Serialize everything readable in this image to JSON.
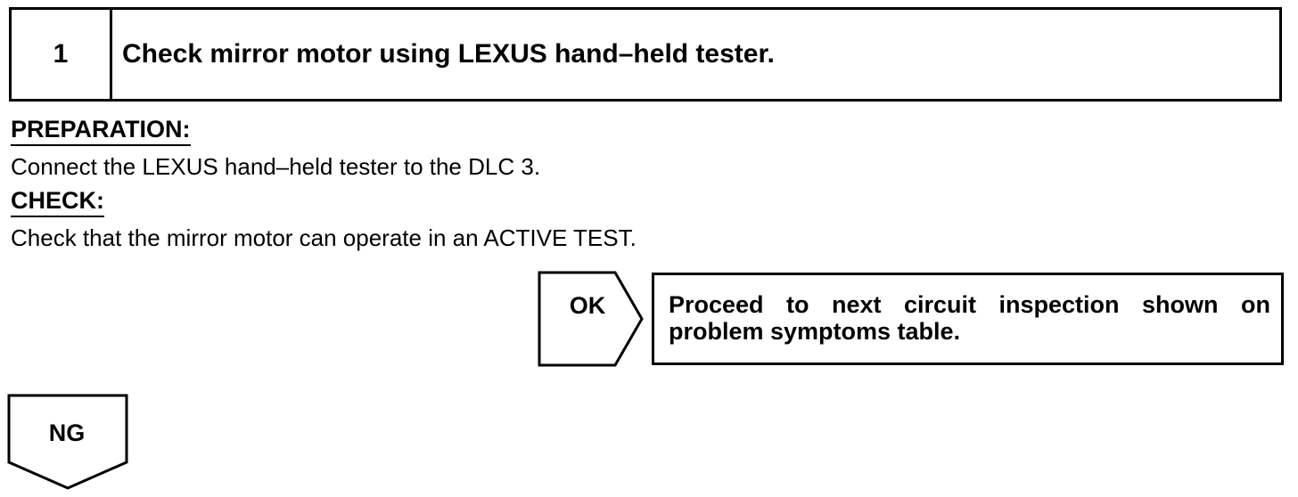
{
  "step": {
    "number": "1",
    "title": "Check mirror motor using LEXUS hand–held tester."
  },
  "preparation": {
    "heading": "PREPARATION:",
    "text": "Connect the LEXUS hand–held tester to the DLC 3."
  },
  "check": {
    "heading": "CHECK:",
    "text": "Check that the mirror motor can operate in an ACTIVE TEST."
  },
  "ok_branch": {
    "label": "OK",
    "result_line1": "Proceed to next circuit inspection shown on",
    "result_line2": "problem symptoms table."
  },
  "ng_branch": {
    "label": "NG"
  }
}
